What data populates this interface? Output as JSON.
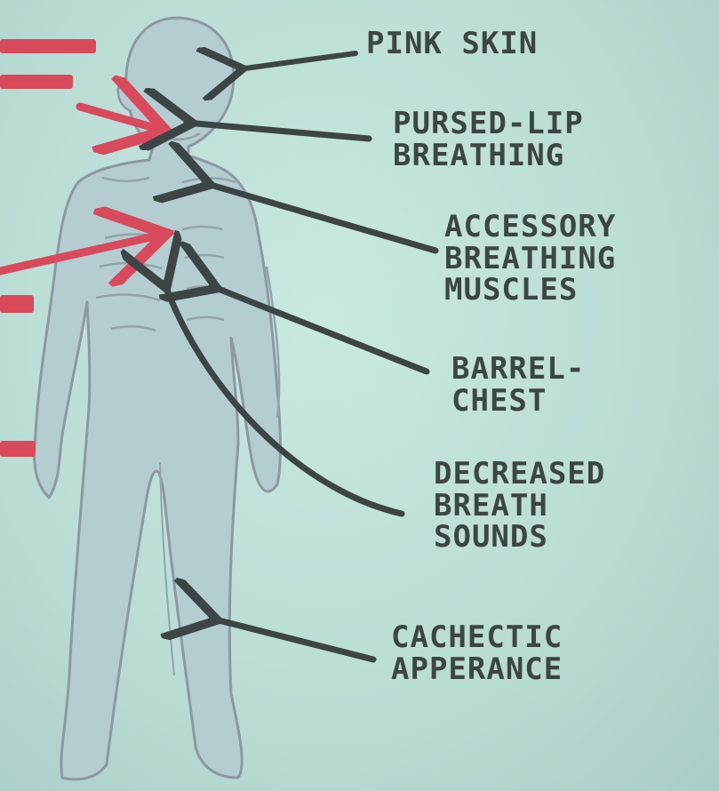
{
  "colors": {
    "background": "#bfe0da",
    "body_fill": "#b4cdd0",
    "body_outline": "#8d98a3",
    "ink": "#3d4547",
    "red_ink": "#d84a5c"
  },
  "labels": {
    "pink_skin": "PINK SKIN",
    "pursed_lip": "PURSED-LIP\nBREATHING",
    "accessory": "ACCESSORY\nBREATHING\nMUSCLES",
    "barrel_chest": "BARREL-\nCHEST",
    "breath_sounds": "DECREASED\nBREATH\nSOUNDS",
    "cachectic": "CACHECTIC\nAPPERANCE"
  }
}
